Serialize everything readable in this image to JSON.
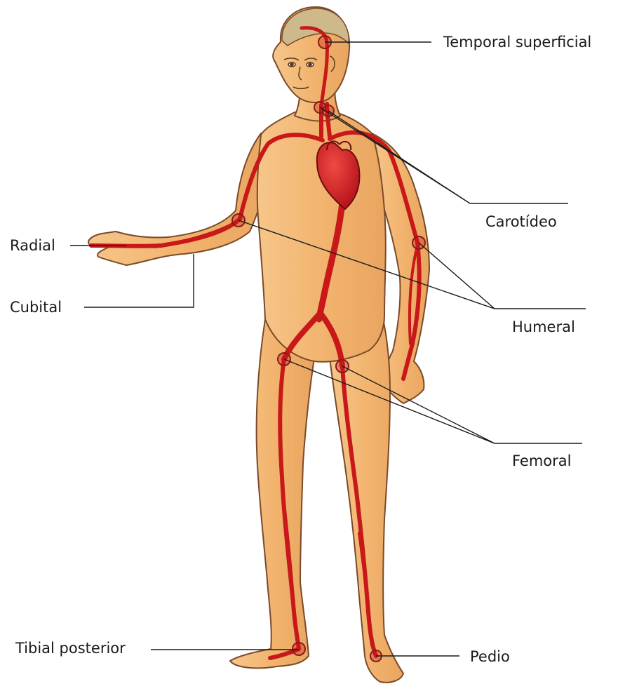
{
  "labels": {
    "temporal": "Temporal superficial",
    "carotid": "Carotídeo",
    "radial": "Radial",
    "cubital": "Cubital",
    "humeral": "Humeral",
    "femoral": "Femoral",
    "tibial": "Tibial posterior",
    "pedio": "Pedio"
  },
  "colors": {
    "skin": "#f3b976",
    "skin_shadow": "#d99a5a",
    "outline": "#7a4a2a",
    "artery": "#c8181a",
    "heart": "#d81c1f",
    "hair": "#cdb98a",
    "leader_line": "#1a1a1a"
  },
  "icons": {
    "pulse_point": "circle-marker-icon"
  }
}
